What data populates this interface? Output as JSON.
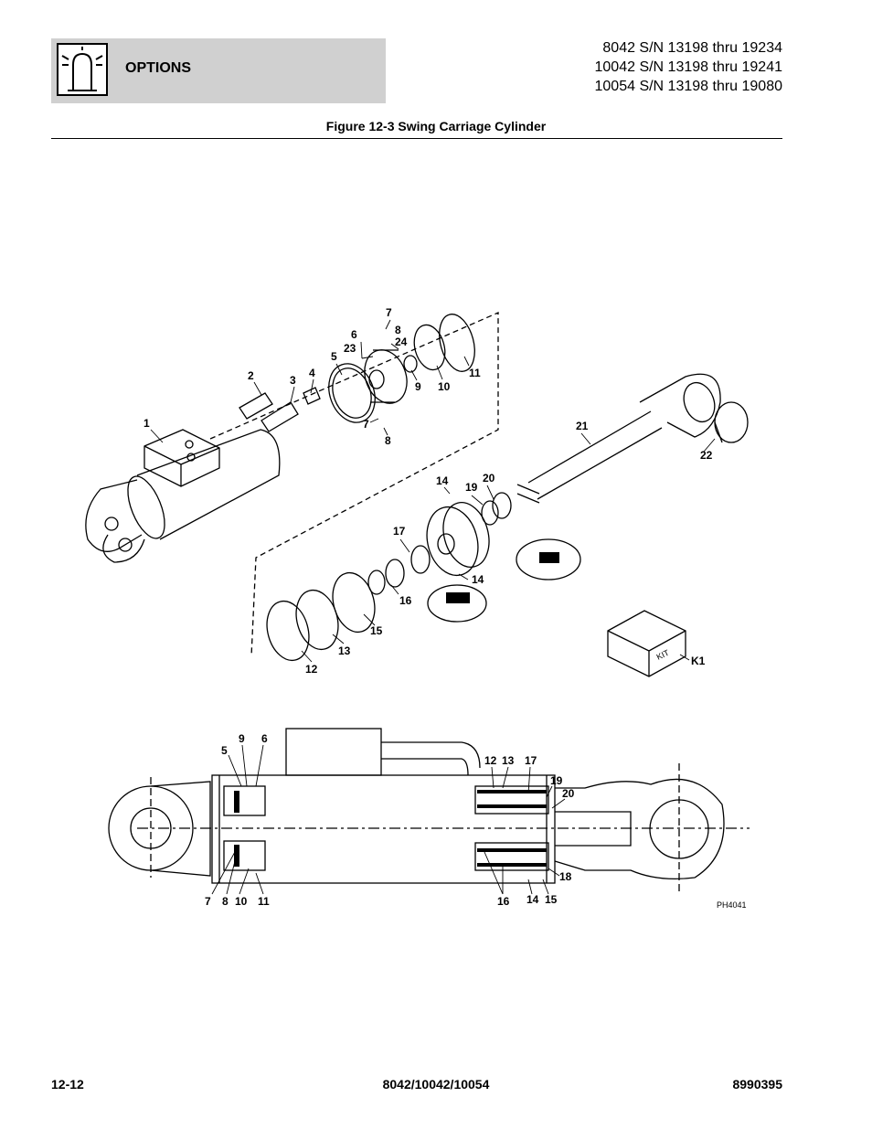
{
  "header": {
    "section_title": "OPTIONS",
    "icon": "options-light-icon",
    "serials": [
      "8042 S/N 13198 thru 19234",
      "10042 S/N 13198 thru 19241",
      "10054 S/N 13198 thru 19080"
    ]
  },
  "figure": {
    "title": "Figure 12-3 Swing Carriage Cylinder",
    "drawing_id": "PH4041",
    "kit_label": "KIT",
    "exploded_callouts": [
      "1",
      "2",
      "3",
      "4",
      "5",
      "6",
      "23",
      "7",
      "8",
      "24",
      "9",
      "10",
      "11",
      "7",
      "8",
      "21",
      "22",
      "14",
      "19",
      "20",
      "17",
      "14",
      "16",
      "15",
      "13",
      "12",
      "K1"
    ],
    "section_callouts": [
      "5",
      "9",
      "6",
      "7",
      "8",
      "10",
      "11",
      "12",
      "13",
      "17",
      "19",
      "20",
      "18",
      "16",
      "14",
      "15"
    ]
  },
  "footer": {
    "page": "12-12",
    "models": "8042/10042/10054",
    "part_number": "8990395"
  }
}
